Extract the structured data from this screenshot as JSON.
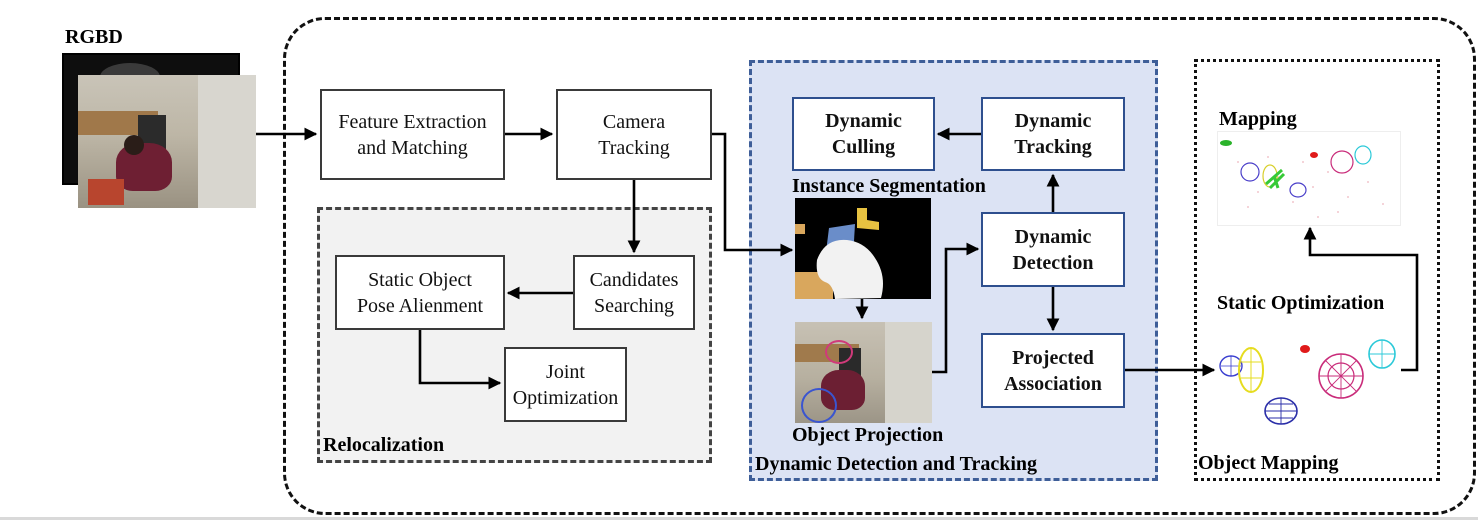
{
  "input": {
    "label": "RGBD"
  },
  "boxes": {
    "feature": "Feature Extraction\nand Matching",
    "camera": "Camera\nTracking",
    "candidates": "Candidates\nSearching",
    "static_pose": "Static Object\nPose Alienment",
    "joint": "Joint\nOptimization",
    "dyn_culling": "Dynamic\nCulling",
    "dyn_tracking": "Dynamic\nTracking",
    "dyn_detection": "Dynamic\nDetection",
    "projected": "Projected\nAssociation"
  },
  "labels": {
    "relocalization": "Relocalization",
    "instance_seg": "Instance Segmentation",
    "object_projection": "Object Projection",
    "dyn_region": "Dynamic Detection and Tracking",
    "mapping": "Mapping",
    "static_opt": "Static Optimization",
    "object_mapping": "Object Mapping"
  },
  "colors": {
    "relocalization_bg": "#f2f2f2",
    "dynamic_bg": "#dce3f4",
    "dynamic_border": "#3e5e98",
    "box_blue_border": "#2e4f8e"
  }
}
